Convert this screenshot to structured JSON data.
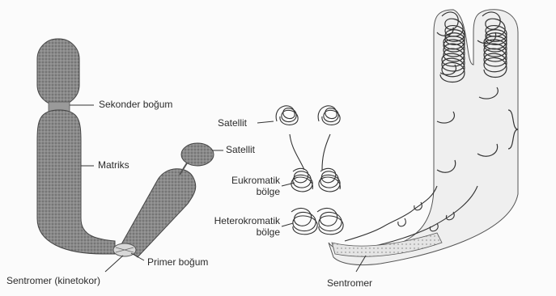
{
  "left_chromosome": {
    "labels": {
      "secondary_constriction": "Sekonder boğum",
      "matrix": "Matriks",
      "satellite": "Satellit",
      "primary_constriction": "Primer boğum",
      "centromere_kinetochore": "Sentromer (kinetokor)"
    }
  },
  "right_chromosome": {
    "labels": {
      "satellite": "Satellit",
      "euchromatic_region": "Eukromatik bölge",
      "heterochromatic_region": "Heterokromatik bölge",
      "centromere": "Sentromer"
    }
  }
}
